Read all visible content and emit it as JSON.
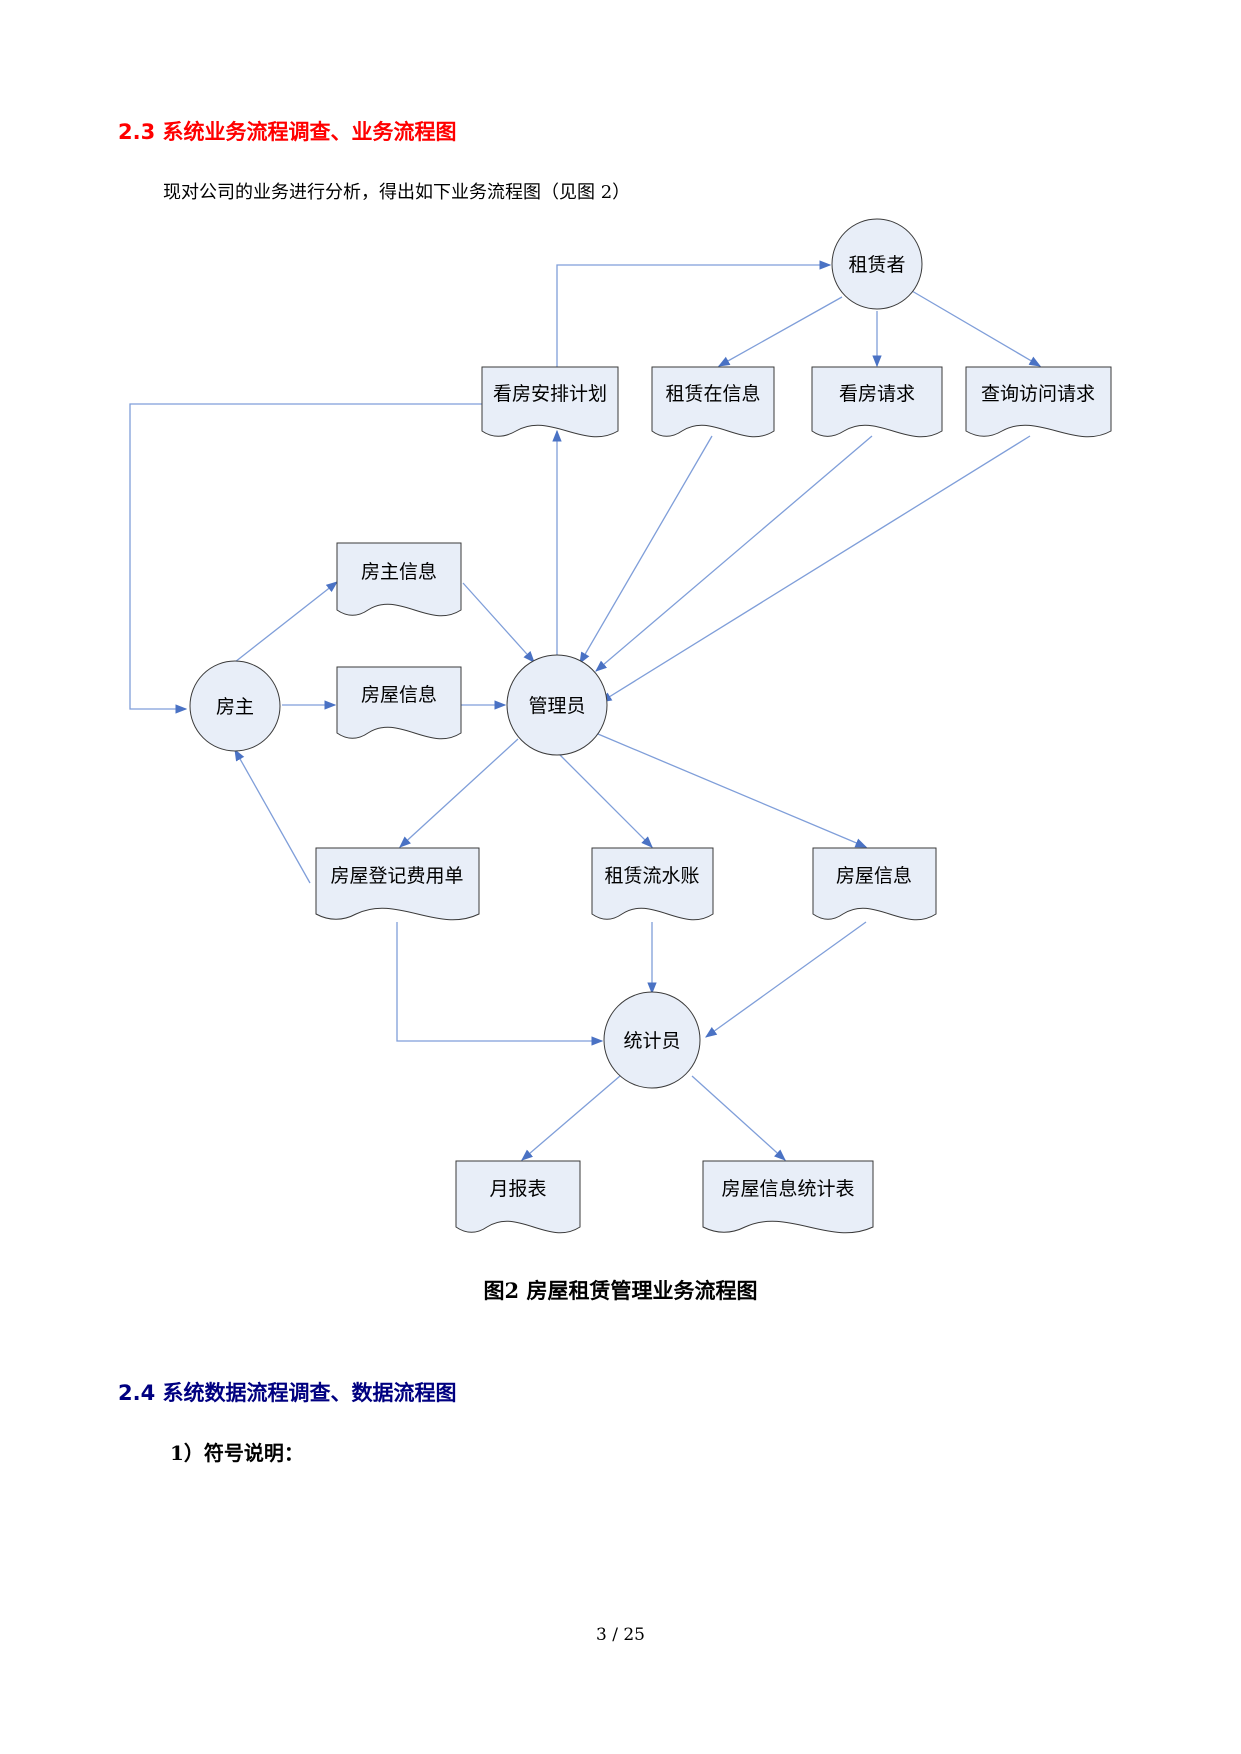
{
  "section_23": {
    "heading": "2.3  系统业务流程调查、业务流程图"
  },
  "intro_text": "现对公司的业务进行分析，得出如下业务流程图（见图 2）",
  "diagram": {
    "nodes": {
      "renter": "租赁者",
      "viewing_plan": "看房安排计划",
      "rental_info": "租赁在信息",
      "viewing_request": "看房请求",
      "query_request": "查询访问请求",
      "landlord_info": "房主信息",
      "landlord": "房主",
      "house_info_in": "房屋信息",
      "manager": "管理员",
      "fee_sheet": "房屋登记费用单",
      "rental_ledger": "租赁流水账",
      "house_info_out": "房屋信息",
      "statistician": "统计员",
      "monthly_report": "月报表",
      "house_stats": "房屋信息统计表"
    },
    "colors": {
      "fill": "#e8eef8",
      "stroke": "#3a3a3a",
      "arrow": "#7f9ed9"
    }
  },
  "caption": "图2   房屋租赁管理业务流程图",
  "section_24": {
    "heading": "2.4  系统数据流程调查、数据流程图"
  },
  "sub_heading": "1）符号说明：",
  "page_number": "3 / 25"
}
